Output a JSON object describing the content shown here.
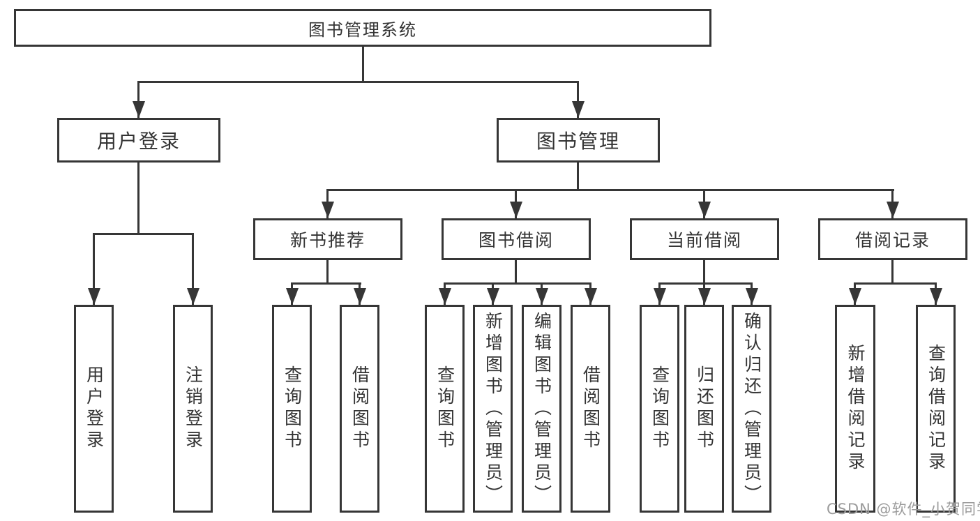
{
  "nodes": {
    "root": "图书管理系统",
    "user_login": "用户登录",
    "book_management": "图书管理",
    "new_book_recommend": "新书推荐",
    "book_borrowing": "图书借阅",
    "current_borrowing": "当前借阅",
    "borrow_records": "借阅记录",
    "leaves": {
      "user_login": "用户登录",
      "logout": "注销登录",
      "newrec_query_book": "查询图书",
      "newrec_borrow_book": "借阅图书",
      "borrow_query_book": "查询图书",
      "borrow_add_book": "新增图书（管理员）",
      "borrow_edit_book": "编辑图书（管理员）",
      "borrow_borrow_book": "借阅图书",
      "current_query_book": "查询图书",
      "current_return_book": "归还图书",
      "current_confirm_return": "确认归还（管理员）",
      "records_add_record": "新增借阅记录",
      "records_query_record": "查询借阅记录"
    }
  },
  "colors": {
    "line": "#363636",
    "text": "#333333",
    "watermark": "#9b9b9b"
  },
  "watermark": "CSDN @软件_小贺同学"
}
